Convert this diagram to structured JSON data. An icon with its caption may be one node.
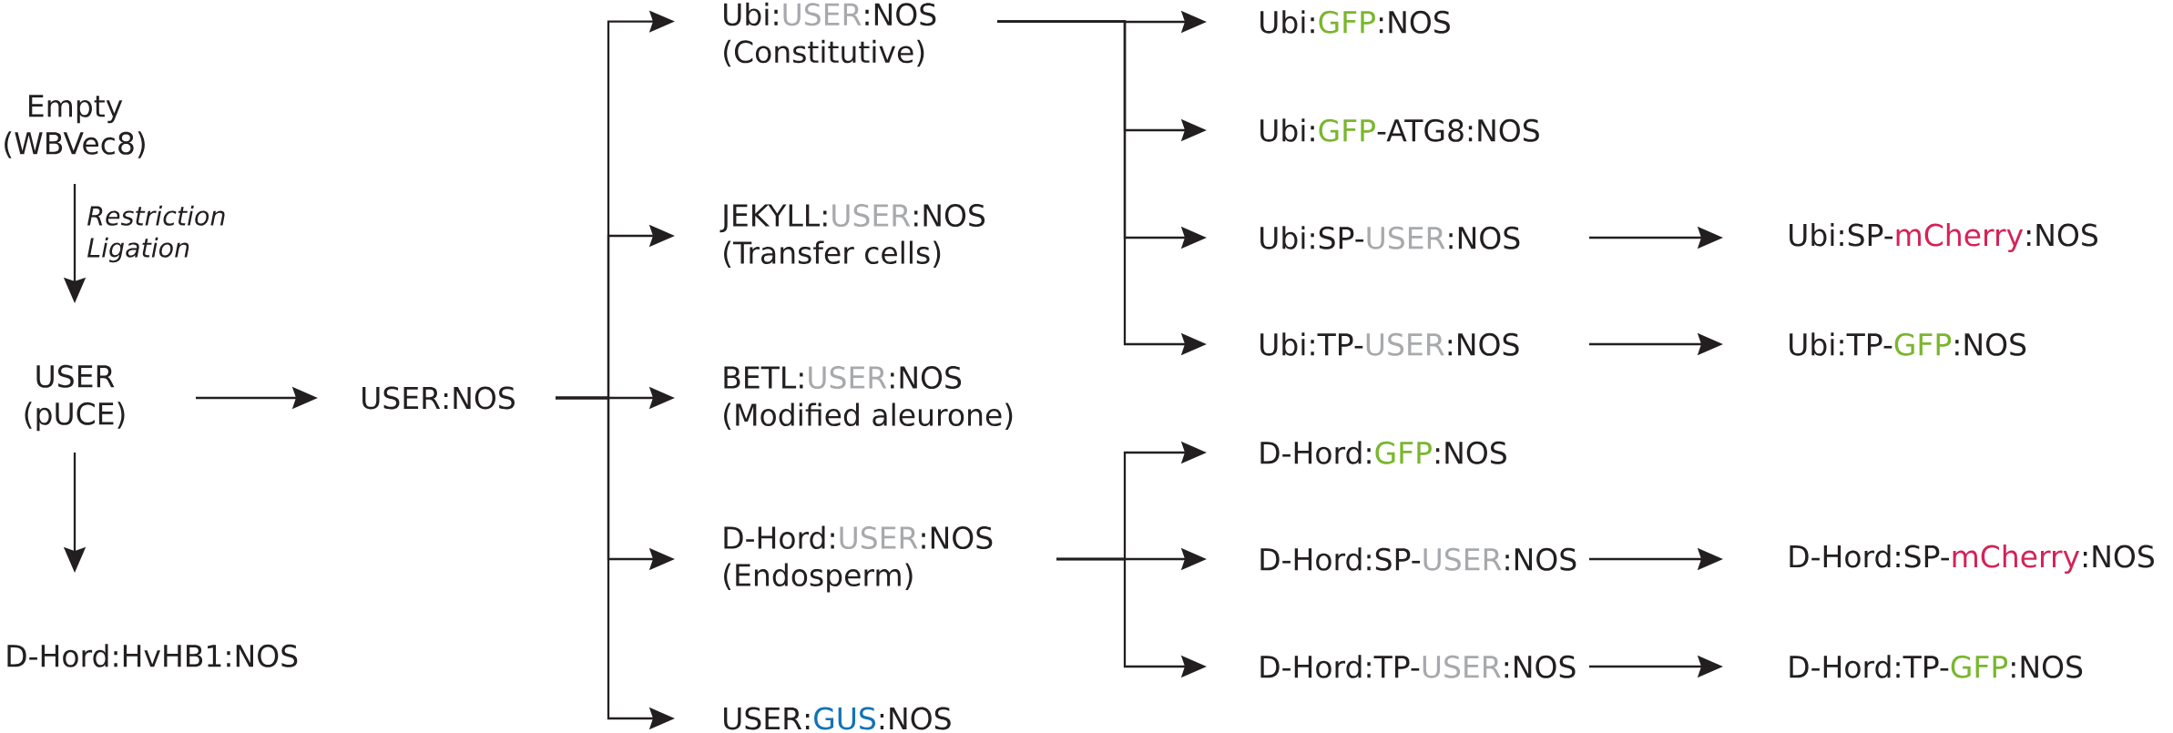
{
  "diagram": {
    "nodes": [
      {
        "text": [
          "Empty",
          "(WBVec8)"
        ]
      },
      {
        "text": [
          "USER",
          "(pUCE)"
        ]
      },
      {
        "text": [
          "D-Hord:HvHB1:NOS"
        ]
      },
      {
        "text": [
          "USER:NOS"
        ]
      },
      {
        "text": [
          "Ubi:USER:NOS",
          "(Constitutive)"
        ]
      },
      {
        "text": [
          "JEKYLL:USER:NOS",
          "(Transfer cells)"
        ]
      },
      {
        "text": [
          "BETL:USER:NOS",
          "(Modified aleurone)"
        ]
      },
      {
        "text": [
          "D-Hord:USER:NOS",
          "(Endosperm)"
        ]
      },
      {
        "text": [
          "USER:GUS:NOS"
        ]
      },
      {
        "text": [
          "Ubi:GFP:NOS"
        ]
      },
      {
        "text": [
          "Ubi:GFP-ATG8:NOS"
        ]
      },
      {
        "text": [
          "Ubi:SP-USER:NOS"
        ]
      },
      {
        "text": [
          "Ubi:TP-USER:NOS"
        ]
      },
      {
        "text": [
          "Ubi:SP-mCherry:NOS"
        ]
      },
      {
        "text": [
          "Ubi:TP-GFP:NOS"
        ]
      },
      {
        "text": [
          "D-Hord:GFP:NOS"
        ]
      },
      {
        "text": [
          "D-Hord:SP-USER:NOS"
        ]
      },
      {
        "text": [
          "D-Hord:TP-USER:NOS"
        ]
      },
      {
        "text": [
          "D-Hord:SP-mCherry:NOS"
        ]
      },
      {
        "text": [
          "D-Hord:TP-GFP:NOS"
        ]
      }
    ],
    "edges": [
      {
        "from": 0,
        "to": 1,
        "arrow": "to",
        "label": "Restriction Ligation"
      },
      {
        "from": 1,
        "to": 2,
        "arrow": "to"
      },
      {
        "from": 1,
        "to": 3,
        "arrow": "to"
      },
      {
        "from": 3,
        "to": 4,
        "arrow": "to"
      },
      {
        "from": 3,
        "to": 5,
        "arrow": "to"
      },
      {
        "from": 3,
        "to": 6,
        "arrow": "to"
      },
      {
        "from": 3,
        "to": 7,
        "arrow": "to"
      },
      {
        "from": 3,
        "to": 8,
        "arrow": "to"
      },
      {
        "from": 4,
        "to": 9,
        "arrow": "to"
      },
      {
        "from": 4,
        "to": 10,
        "arrow": "to"
      },
      {
        "from": 4,
        "to": 11,
        "arrow": "to"
      },
      {
        "from": 4,
        "to": 12,
        "arrow": "to"
      },
      {
        "from": 7,
        "to": 15,
        "arrow": "to"
      },
      {
        "from": 7,
        "to": 16,
        "arrow": "to"
      },
      {
        "from": 7,
        "to": 17,
        "arrow": "to"
      },
      {
        "from": 11,
        "to": 13,
        "arrow": "to"
      },
      {
        "from": 12,
        "to": 14,
        "arrow": "to"
      },
      {
        "from": 16,
        "to": 18,
        "arrow": "to"
      },
      {
        "from": 17,
        "to": 19,
        "arrow": "to"
      }
    ]
  }
}
